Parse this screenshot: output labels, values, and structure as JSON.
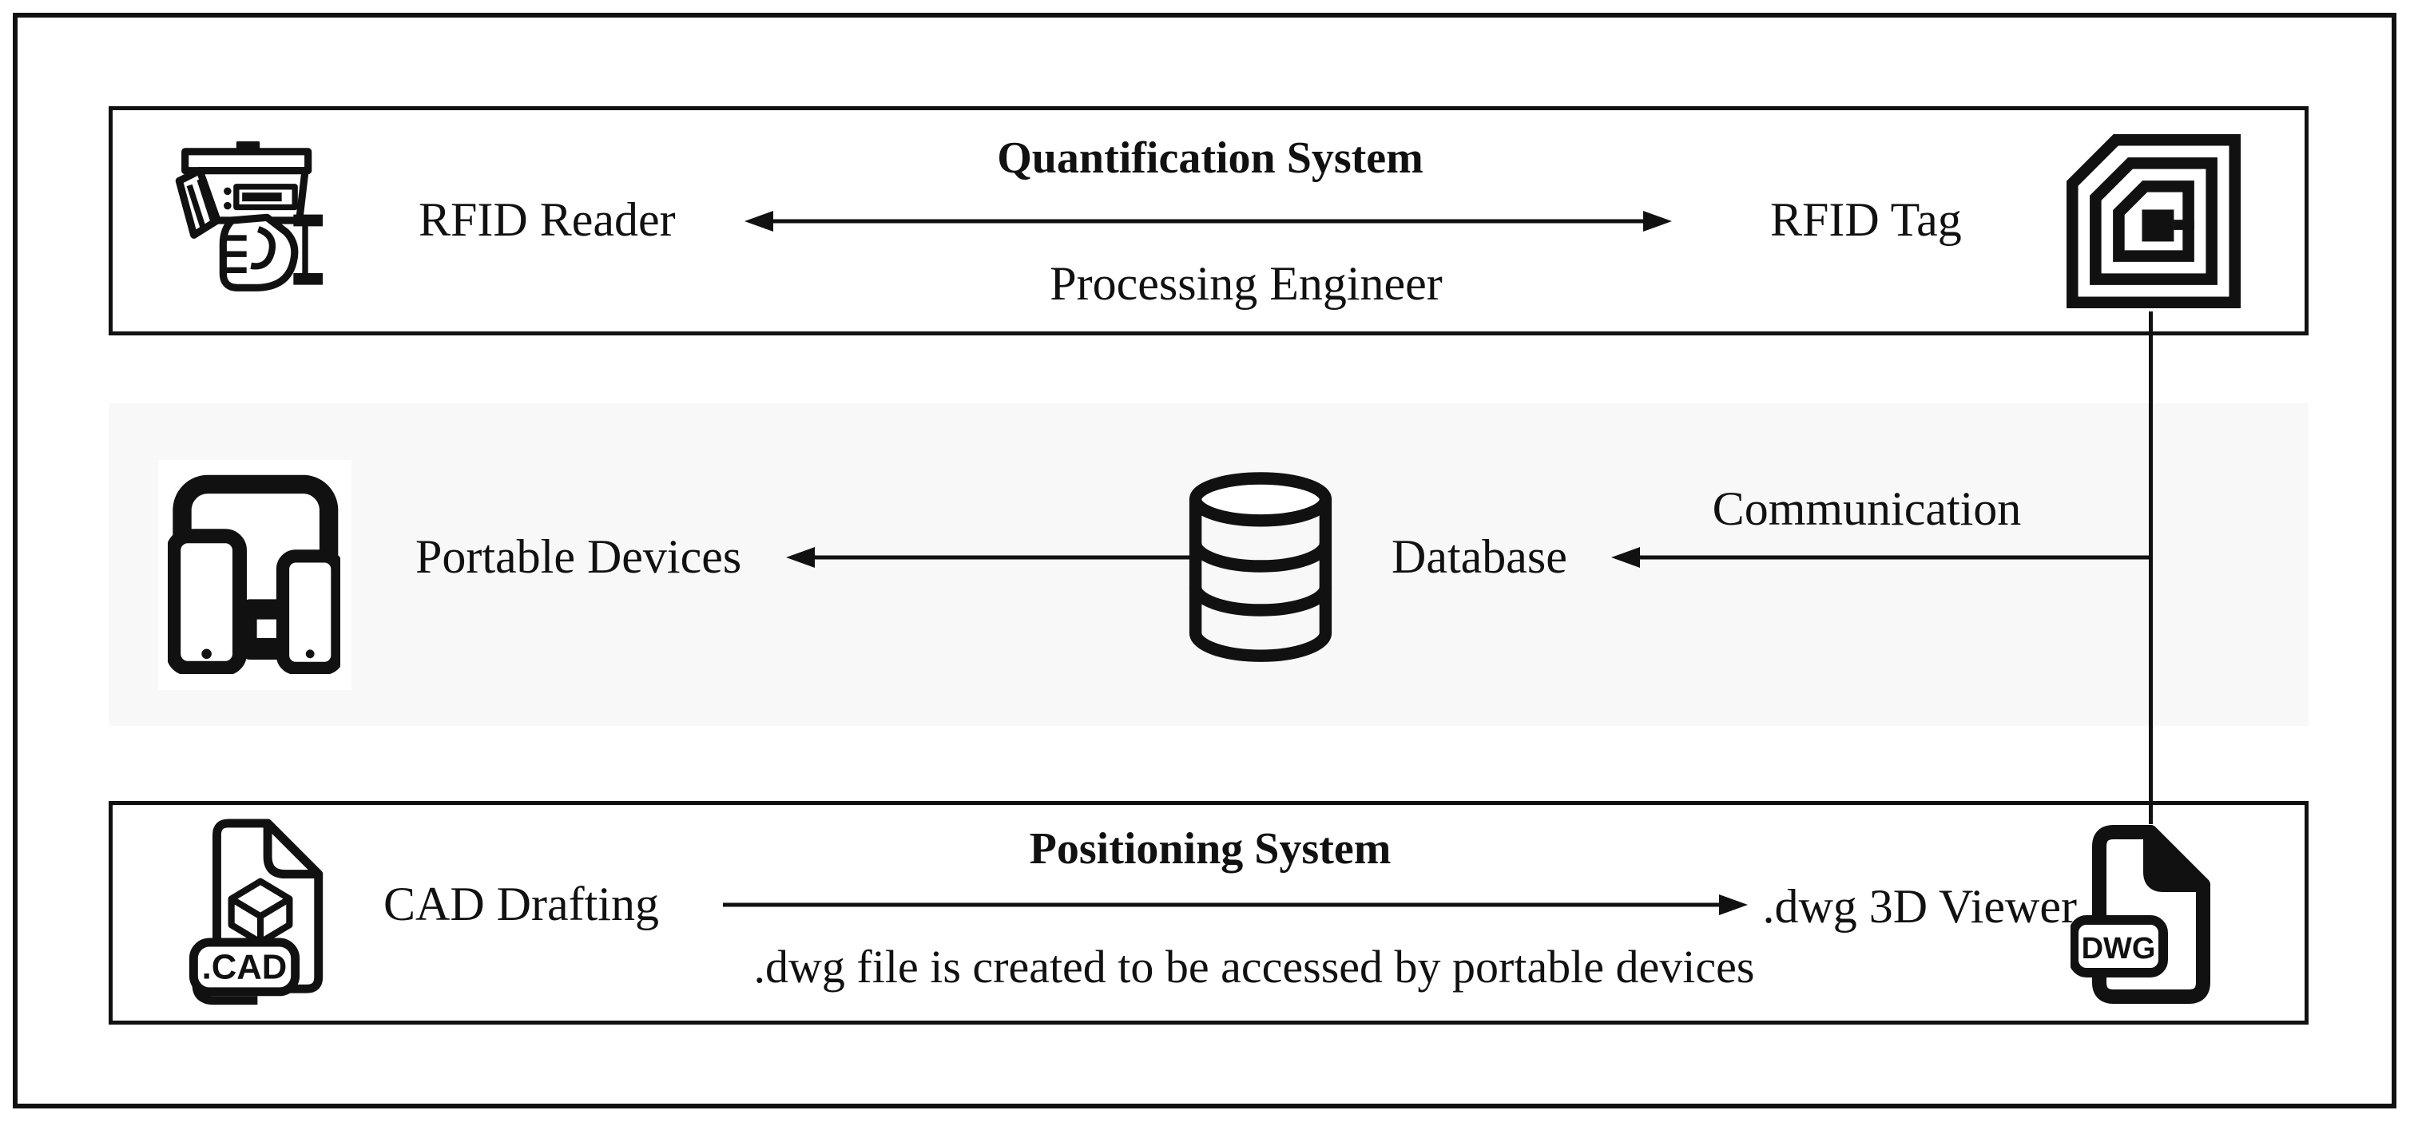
{
  "diagram": {
    "quantification": {
      "title": "Quantification System",
      "reader_label": "RFID Reader",
      "tag_label": "RFID Tag",
      "arrow_caption": "Processing Engineer"
    },
    "middle": {
      "devices_label": "Portable Devices",
      "database_label": "Database",
      "communication_label": "Communication"
    },
    "positioning": {
      "title": "Positioning System",
      "cad_label": "CAD Drafting",
      "viewer_label": ".dwg 3D Viewer",
      "arrow_caption": ".dwg file is created to be accessed by portable devices"
    },
    "badges": {
      "cad": ".CAD",
      "dwg": "DWG"
    },
    "colors": {
      "ink": "#111111",
      "band": "#f8f8f8",
      "background": "#ffffff"
    }
  }
}
